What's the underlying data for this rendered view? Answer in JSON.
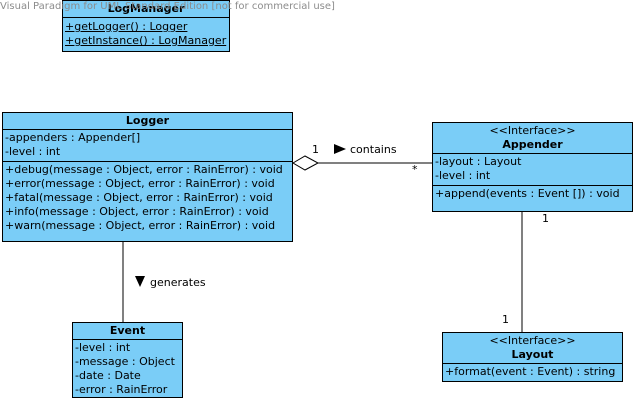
{
  "watermark": "Visual Paradigm for UML Standard Edition [not for commercial use]",
  "classes": {
    "logmanager": {
      "name": "LogManager",
      "attributes": [],
      "operations": [
        "+getLogger() : Logger",
        "+getInstance() : LogManager"
      ]
    },
    "logger": {
      "name": "Logger",
      "attributes": [
        "-appenders : Appender[]",
        "-level : int"
      ],
      "operations": [
        "+debug(message : Object, error : RainError) : void",
        "+error(message : Object, error : RainError) : void",
        "+fatal(message : Object, error : RainError) : void",
        "+info(message : Object, error : RainError) : void",
        "+warn(message : Object, error : RainError) : void"
      ]
    },
    "appender": {
      "stereotype": "<<Interface>>",
      "name": "Appender",
      "attributes": [
        "-layout : Layout",
        "-level : int"
      ],
      "operations": [
        "+append(events : Event []) : void"
      ]
    },
    "event": {
      "name": "Event",
      "attributes": [
        "-level : int",
        "-message : Object",
        "-date : Date",
        "-error : RainError"
      ]
    },
    "layout": {
      "stereotype": "<<Interface>>",
      "name": "Layout",
      "operations": [
        "+format(event : Event) : string"
      ]
    }
  },
  "relations": {
    "contains": {
      "label": "contains",
      "source_mult": "1",
      "target_mult": "*"
    },
    "generates": {
      "label": "generates"
    },
    "appender_layout": {
      "source_mult": "1",
      "target_mult": "1"
    }
  },
  "colors": {
    "class_fill": "#7acdf7",
    "line": "#000000",
    "watermark": "#8c8c8c"
  }
}
